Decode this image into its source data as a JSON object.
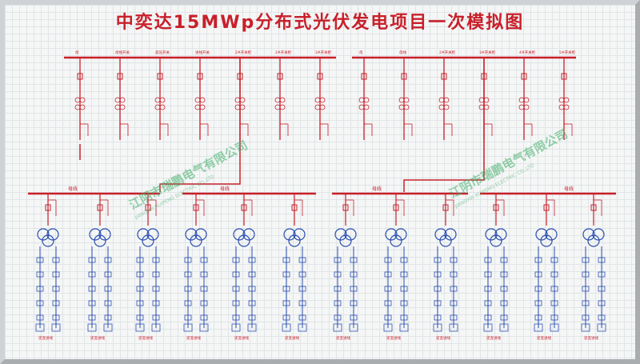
{
  "title": "中奕达15MWp分布式光伏发电项目一次模拟图",
  "bus_labels": [
    "母线",
    "母线",
    "母线",
    "母线"
  ],
  "left_bus": {
    "feeders": [
      "母",
      "母线开关",
      "高压开关",
      "进线开关",
      "2#开关柜",
      "2#开关柜",
      "3#开关柜"
    ]
  },
  "right_bus": {
    "feeders": [
      "母",
      "母线",
      "2#开关柜",
      "3#开关柜",
      "4#开关柜",
      "5#开关柜"
    ]
  },
  "lower_captions": [
    "逆变进线",
    "逆变进线",
    "逆变进线",
    "逆变进线",
    "逆变进线",
    "逆变进线",
    "逆变进线",
    "逆变进线",
    "逆变进线",
    "逆变进线",
    "逆变进线",
    "逆变进线"
  ],
  "watermark": "江阴市瑞鹏电气有限公司",
  "watermark_en": "JIANGYIN RUIPENG ELECTRIC CO.,LTD",
  "colors": {
    "line_red": "#c8202a",
    "device_blue": "#2a4fb0",
    "text_red": "#c8202a"
  }
}
